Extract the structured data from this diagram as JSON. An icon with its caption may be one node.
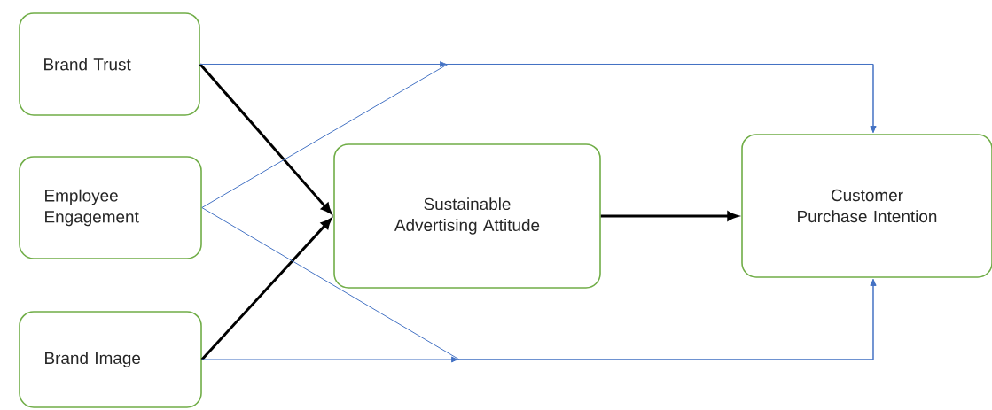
{
  "diagram": {
    "nodes": [
      {
        "text": [
          "Brand Trust"
        ]
      },
      {
        "text": [
          "Employee Engagement"
        ]
      },
      {
        "text": [
          "Brand Image"
        ]
      },
      {
        "text": [
          "Sustainable Advertising Attitude"
        ]
      },
      {
        "text": [
          "Customer Purchase Intention"
        ]
      }
    ],
    "edges": [
      {
        "from": 0,
        "to": 3,
        "arrow": "to",
        "style": "thick",
        "color": "#000000"
      },
      {
        "from": 2,
        "to": 3,
        "arrow": "to",
        "style": "thick",
        "color": "#000000"
      },
      {
        "from": 3,
        "to": 4,
        "arrow": "to",
        "style": "thick",
        "color": "#000000"
      },
      {
        "from": 0,
        "to": 4,
        "arrow": "to"
      },
      {
        "from": 1,
        "to": 4,
        "arrow": "to"
      },
      {
        "from": 1,
        "to": 4,
        "arrow": "to"
      },
      {
        "from": 2,
        "to": 4,
        "arrow": "to"
      }
    ]
  }
}
